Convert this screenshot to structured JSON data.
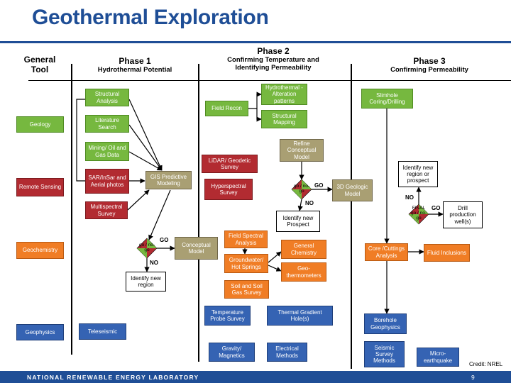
{
  "title": "Geothermal Exploration",
  "columns": {
    "tool": "General\nTool",
    "p1_title": "Phase 1",
    "p1_sub": "Hydrothermal Potential",
    "p2_title": "Phase 2",
    "p2_sub": "Confirming Temperature and Identifying Permeability",
    "p3_title": "Phase 3",
    "p3_sub": "Confirming Permeability"
  },
  "tools": {
    "geology": "Geology",
    "remote": "Remote Sensing",
    "geochem": "Geochemistry",
    "geophys": "Geophysics"
  },
  "phase1": {
    "structural": "Structural Analysis",
    "literature": "Literature Search",
    "mining": "Mining/ Oil and Gas Data",
    "sar": "SAR/InSar and Aerial photos",
    "multispectral": "Multispectral Survey",
    "gis": "GIS Predictive Modeling",
    "conceptual": "Conceptual Model",
    "identify_region": "Identify new region",
    "teleseismic": "Teleseismic",
    "decision": "go / no-go",
    "go": "GO",
    "no": "NO"
  },
  "phase2": {
    "field_recon": "Field Recon",
    "hydro_alt": "Hydrothermal -Alteration patterns",
    "struct_map": "Structural Mapping",
    "refine": "Refine Conceptual Model",
    "lidar": "LiDAR/ Geodetic Survey",
    "hyperspectral": "Hyperspectral Survey",
    "decision": "go / no-go",
    "go": "GO",
    "no": "NO",
    "model3d": "3D Geologic Model",
    "identify_prospect": "Identify new Prospect",
    "field_spectral": "Field Spectral Analysis",
    "gen_chem": "General Chemistry",
    "groundwater": "Groundwater/ Hot Springs",
    "geotherm": "Geo- thermometers",
    "soil": "Soil and Soil Gas Survey",
    "temp_probe": "Temperature Probe Survey",
    "thermal_grad": "Thermal Gradient Hole(s)",
    "gravity": "Gravity/ Magnetics",
    "electrical": "Electrical Methods"
  },
  "phase3": {
    "slimhole": "Slimhole Coring/Drilling",
    "identify_region": "Identify new region or prospect",
    "no": "NO",
    "final": "FINAL go / no-go",
    "go": "GO",
    "drill": "Drill production well(s)",
    "core": "Core /Cuttings Analysis",
    "fluid": "Fluid Inclusions",
    "borehole": "Borehole Geophysics",
    "seismic": "Seismic Survey Methods",
    "micro": "Micro-earthquake"
  },
  "credit": "Credit: NREL",
  "footer": "NATIONAL RENEWABLE ENERGY LABORATORY",
  "page": "9",
  "colors": {
    "brand": "#1f4e96",
    "geology": "#76b83f",
    "remote_sensing": "#b22b31",
    "geochemistry": "#f07d25",
    "geophysics": "#3563b3",
    "model": "#a99f73"
  }
}
